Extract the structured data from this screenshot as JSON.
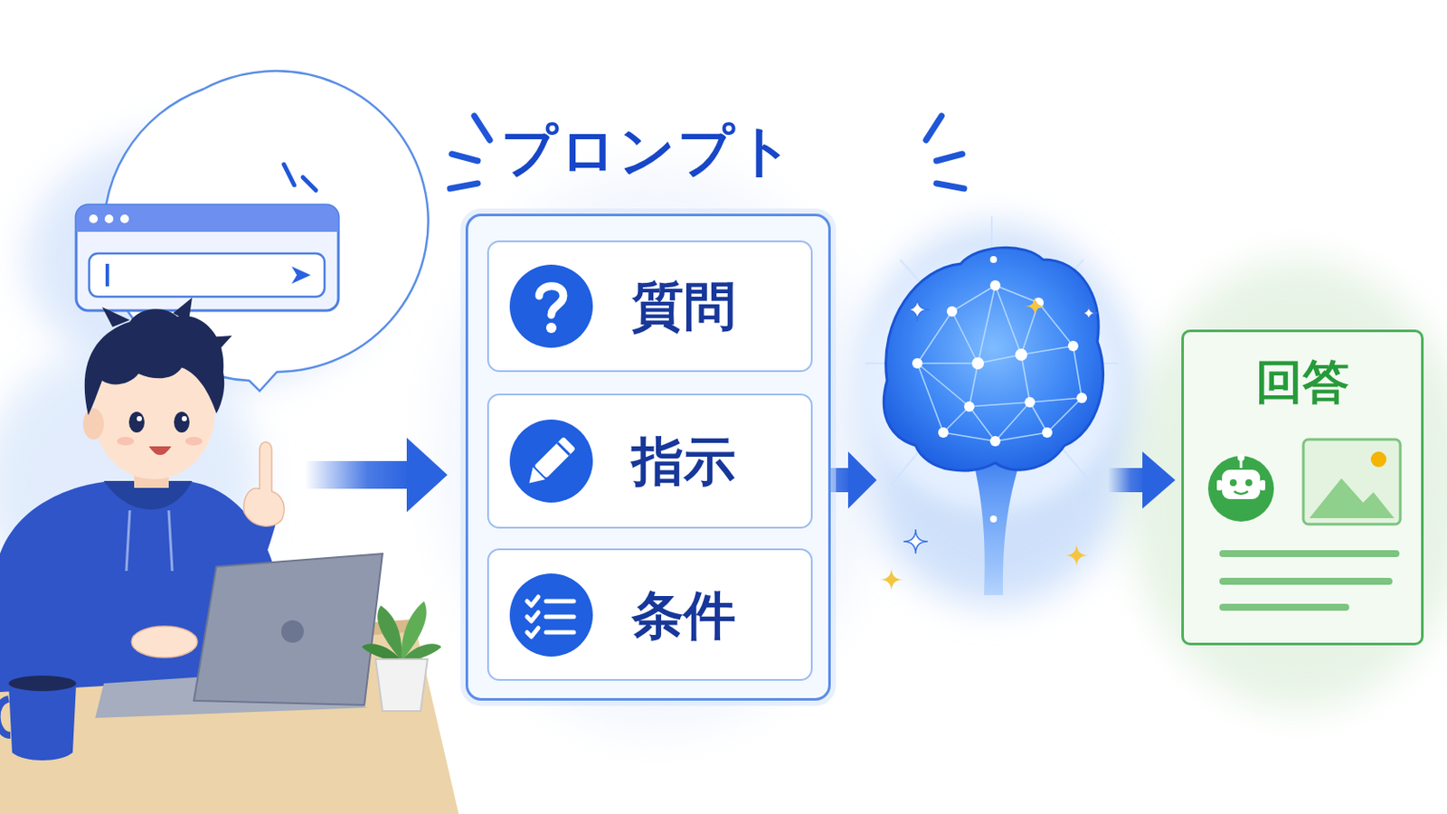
{
  "diagram": {
    "nodes": [
      {
        "text": [
          "プロンプト"
        ]
      },
      {
        "text": [
          "質問"
        ],
        "in": 0
      },
      {
        "text": [
          "指示"
        ],
        "in": 0
      },
      {
        "text": [
          "条件"
        ],
        "in": 0
      },
      {
        "text": [
          "回答"
        ]
      }
    ]
  }
}
